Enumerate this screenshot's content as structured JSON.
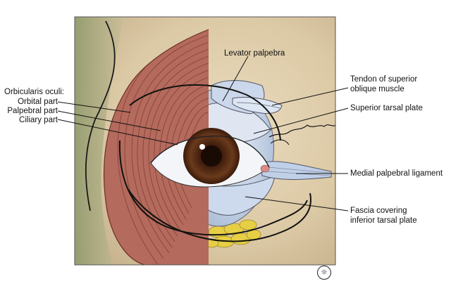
{
  "labels": {
    "orbicularis_header": "Orbicularis oculi:",
    "orbital_part": "Orbital part",
    "palpebral_part": "Palpebral part",
    "ciliary_part": "Ciliary part",
    "levator": "Levator palpebra",
    "tendon_line1": "Tendon of superior",
    "tendon_line2": "oblique muscle",
    "superior_tarsal": "Superior tarsal plate",
    "medial_ligament": "Medial palpebral ligament",
    "fascia_line1": "Fascia covering",
    "fascia_line2": "inferior tarsal plate"
  },
  "colors": {
    "skin": "#e3d3b4",
    "muscle": "#b0665a",
    "iris": "#5a2d14",
    "sclera": "#f2f4f8",
    "fascia": "#c7d6ea",
    "fat": "#e9d24a",
    "outline": "#111111"
  },
  "logo_icon": "publisher-logo-icon"
}
